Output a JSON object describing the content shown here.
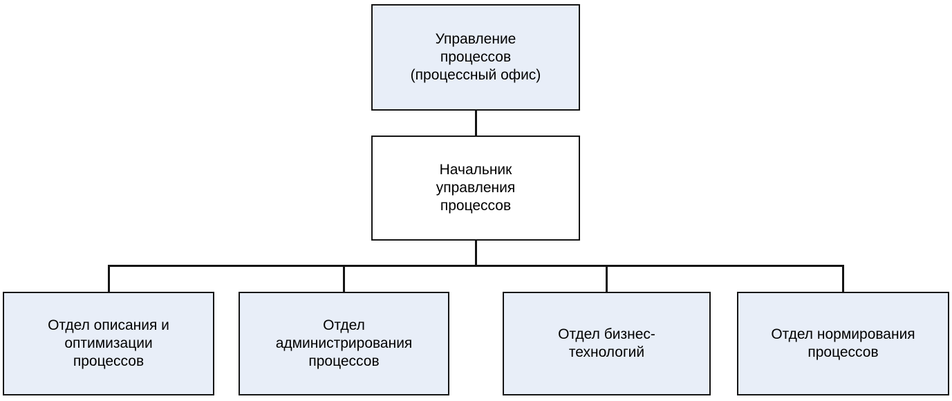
{
  "diagram": {
    "type": "org-chart",
    "language": "ru",
    "colors": {
      "node_fill_blue": "#e8eef8",
      "node_fill_white": "#ffffff",
      "border": "#141414",
      "line": "#141414",
      "text": "#000000",
      "background": "#ffffff"
    },
    "nodes": {
      "root": {
        "label": "Управление\nпроцессов\n(процессный офис)",
        "fill": "#e8eef8"
      },
      "manager": {
        "label": "Начальник\nуправления\nпроцессов",
        "fill": "#ffffff"
      },
      "departments": [
        {
          "label": "Отдел описания и\nоптимизации\nпроцессов",
          "fill": "#e8eef8"
        },
        {
          "label": "Отдел\nадминистрирования\nпроцессов",
          "fill": "#e8eef8"
        },
        {
          "label": "Отдел бизнес-\nтехнологий",
          "fill": "#e8eef8"
        },
        {
          "label": "Отдел нормирования\nпроцессов",
          "fill": "#e8eef8"
        }
      ]
    },
    "hierarchy": {
      "root": "Управление процессов (процессный офис)",
      "reports_to_root": "Начальник управления процессов",
      "reports_to_manager": [
        "Отдел описания и оптимизации процессов",
        "Отдел администрирования процессов",
        "Отдел бизнес-технологий",
        "Отдел нормирования процессов"
      ]
    }
  }
}
